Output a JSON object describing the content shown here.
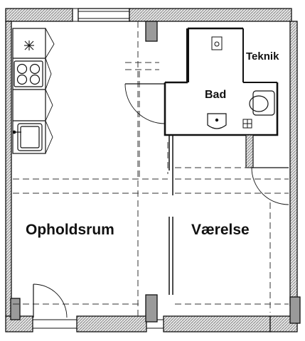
{
  "floorplan": {
    "rooms": [
      {
        "id": "opholdsrum",
        "label": "Opholdsrum"
      },
      {
        "id": "vaerelse",
        "label": "Værelse"
      },
      {
        "id": "bad",
        "label": "Bad"
      },
      {
        "id": "teknik",
        "label": "Teknik"
      }
    ],
    "fixtures": [
      "refrigerator-icon",
      "stove-icon",
      "kitchen-sink-icon",
      "washbasin-icon",
      "toilet-icon",
      "shower-drain-icon"
    ],
    "colors": {
      "wall": "#111111",
      "wall_fill": "#9a9a9a",
      "hatch": "#666666",
      "background": "#ffffff"
    }
  }
}
